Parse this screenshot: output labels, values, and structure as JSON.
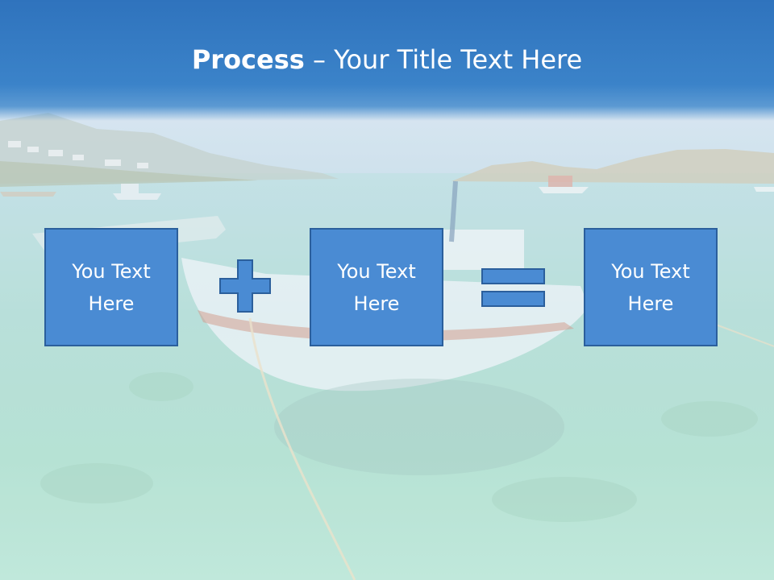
{
  "slide": {
    "title_bold": "Process",
    "title_rest": " – Your Title Text Here"
  },
  "process": {
    "boxes": [
      {
        "line1": "You Text",
        "line2": "Here"
      },
      {
        "line1": "You Text",
        "line2": "Here"
      },
      {
        "line1": "You Text",
        "line2": "Here"
      }
    ],
    "operator_1": "plus",
    "operator_2": "equals"
  },
  "colors": {
    "title_band": "#2f73bd",
    "box_fill": "#4a8bd3",
    "box_border": "#2b5f9c",
    "text": "#ffffff"
  },
  "background": {
    "image": "harbor-with-fishing-boat"
  }
}
